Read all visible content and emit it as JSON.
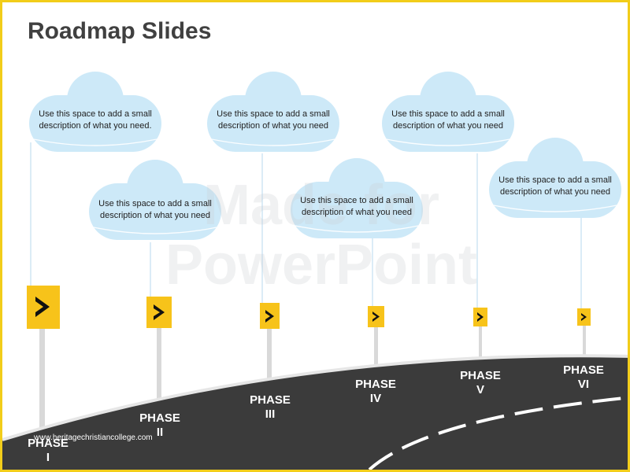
{
  "slide": {
    "title": "Roadmap Slides",
    "watermark": [
      "Made for",
      "PowerPoint"
    ],
    "site_credit": "www.heritagechristiancollege.com"
  },
  "clouds": [
    {
      "text": "Use this space to add a small description of what you need."
    },
    {
      "text": "Use this space to add a small description of what you need"
    },
    {
      "text": "Use this space to add a small description of what you need"
    },
    {
      "text": "Use this space to add a small description of what you need"
    },
    {
      "text": "Use this space to add a small description of what you need"
    },
    {
      "text": "Use this space to add a small description of what you need"
    }
  ],
  "phases": [
    {
      "word": "PHASE",
      "numeral": "I"
    },
    {
      "word": "PHASE",
      "numeral": "II"
    },
    {
      "word": "PHASE",
      "numeral": "III"
    },
    {
      "word": "PHASE",
      "numeral": "IV"
    },
    {
      "word": "PHASE",
      "numeral": "V"
    },
    {
      "word": "PHASE",
      "numeral": "VI"
    }
  ],
  "icons": {
    "sign": "chevron-right-icon",
    "cloud": "cloud-icon"
  },
  "colors": {
    "border": "#f2cd1a",
    "sign": "#f7c31a",
    "cloud": "#cde9f8",
    "road": "#3b3b3b",
    "title": "#404040"
  }
}
